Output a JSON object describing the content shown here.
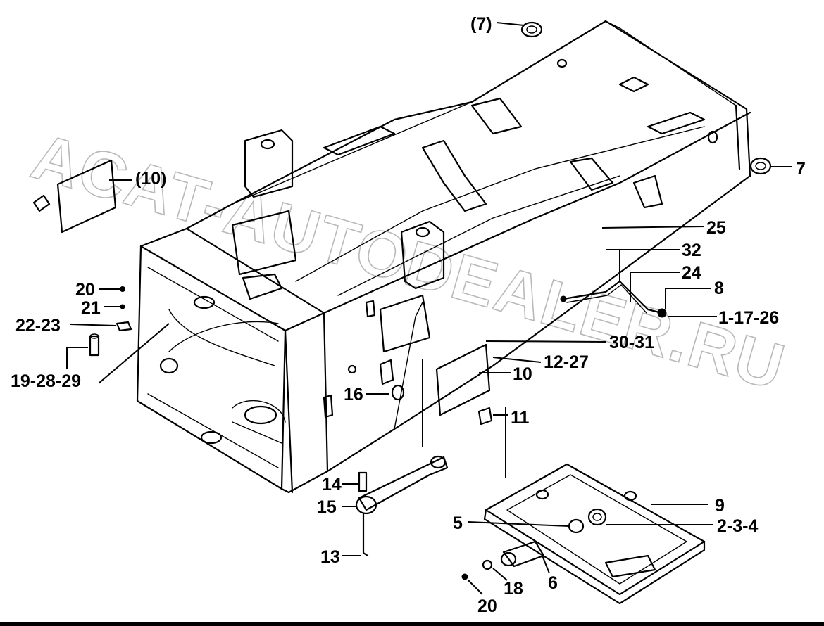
{
  "watermark": "ACAT-AUTODEALER.RU",
  "callouts": {
    "c7_paren": "(7)",
    "c7": "7",
    "c10_paren": "(10)",
    "c25": "25",
    "c32": "32",
    "c24": "24",
    "c8": "8",
    "c1_17_26": "1-17-26",
    "c30_31": "30-31",
    "c12_27": "12-27",
    "c10": "10",
    "c11": "11",
    "c16": "16",
    "c20_top": "20",
    "c21": "21",
    "c22_23": "22-23",
    "c19_28_29": "19-28-29",
    "c14": "14",
    "c15": "15",
    "c13": "13",
    "c9": "9",
    "c5": "5",
    "c2_3_4": "2-3-4",
    "c6": "6",
    "c18": "18",
    "c20_bottom": "20"
  },
  "colors": {
    "ink": "#000000",
    "watermark": "#b9b9b9",
    "background": "#ffffff"
  }
}
